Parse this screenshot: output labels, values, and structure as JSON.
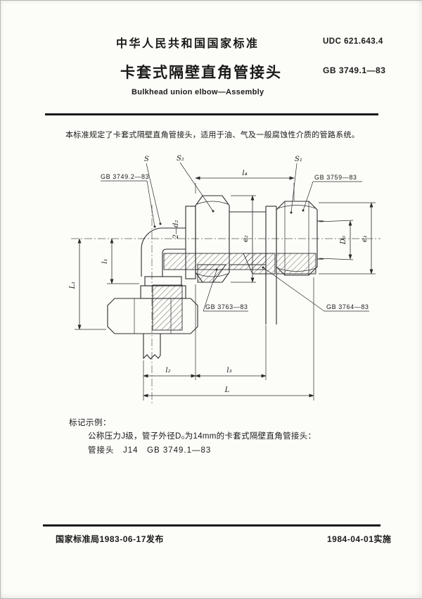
{
  "header": {
    "standard_label": "中华人民共和国国家标准",
    "udc": "UDC  621.643.4",
    "title_cn": "卡套式隔壁直角管接头",
    "standard_no": "GB  3749.1—83",
    "title_en": "Bulkhead  union  elbow—Assembly"
  },
  "scope": "本标准规定了卡套式隔壁直角管接头，适用于油、气及一般腐蚀性介质的管路系统。",
  "drawing": {
    "part_labels": {
      "elbow_body": "GB 3749.2—83",
      "nut_right": "GB 3759—83",
      "ferrule": "GB 3763—83",
      "locknut": "GB 3764—83"
    },
    "dims": {
      "s": "S",
      "s2": "S₂",
      "s1": "S₁",
      "l4": "l₄",
      "two_d2": "2—d₂",
      "e2": "e₂",
      "d0": "D₀",
      "e1": "e₁",
      "L1": "L₁",
      "l1": "l₁",
      "l2": "l₂",
      "l3": "l₃",
      "L": "L"
    }
  },
  "example": {
    "heading": "标记示例：",
    "line1": "公称压力J级，管子外径D₀为14mm的卡套式隔壁直角管接头：",
    "line2": "管接头　J14　GB  3749.1—83"
  },
  "footer": {
    "issued": "国家标准局1983-06-17发布",
    "effective": "1984-04-01实施"
  },
  "ink_color": "#1a1a1a"
}
